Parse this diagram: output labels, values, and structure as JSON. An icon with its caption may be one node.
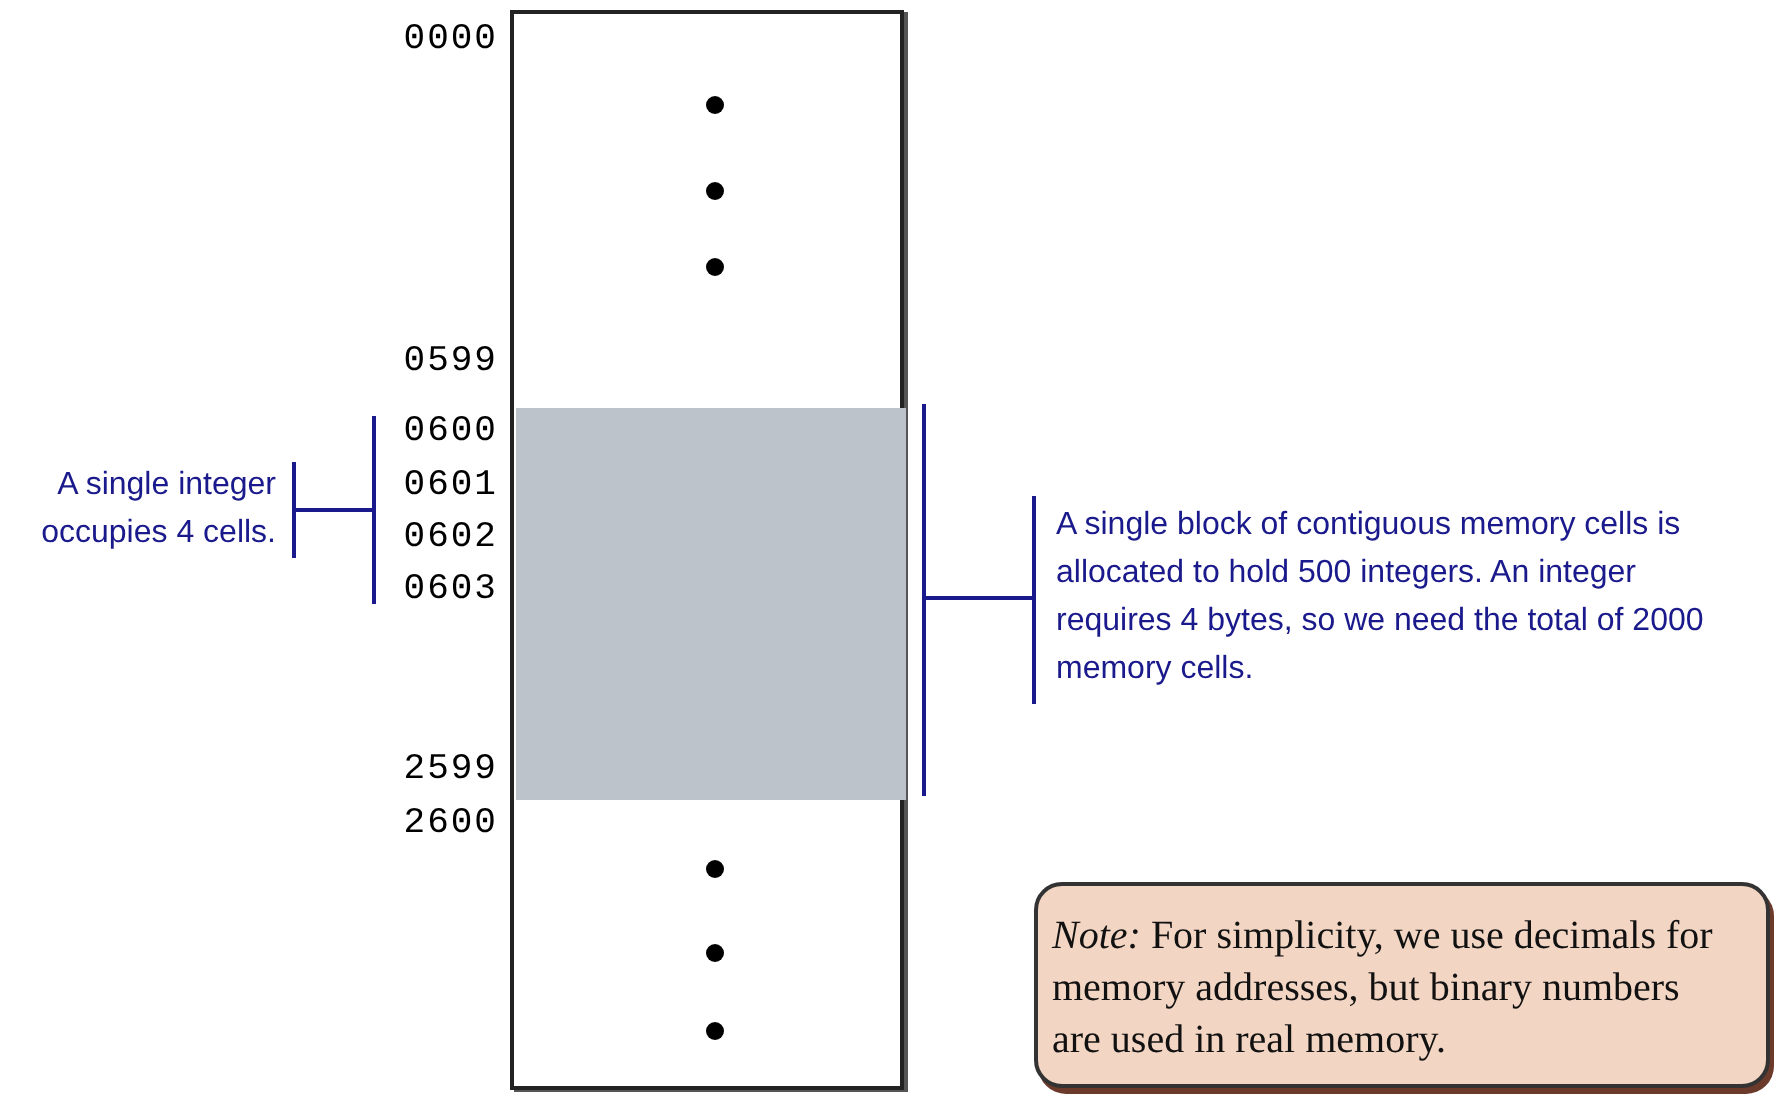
{
  "diagram": {
    "nodes": [
      {
        "text": [],
        "shape": "box"
      },
      {
        "text": [],
        "shape": "box",
        "in": 0
      },
      {
        "text": [
          "A single integer occupies 4 cells."
        ]
      },
      {
        "text": [
          "A single block of contiguous memory cells is allocated to hold 500 integers. An integer requires 4 bytes, so we need the total of 2000 memory cells."
        ]
      },
      {
        "text": [
          "*Note:* For simplicity, we use decimals for memory addresses, but binary numbers are used in real memory."
        ]
      }
    ],
    "edges": [
      {
        "from": 2,
        "to": null,
        "arrow": "none"
      },
      {
        "from": 3,
        "to": 1,
        "arrow": "none"
      }
    ],
    "labels": [
      "0000",
      "0599",
      "0600",
      "0601",
      "0602",
      "0603",
      "2599",
      "2600"
    ]
  }
}
